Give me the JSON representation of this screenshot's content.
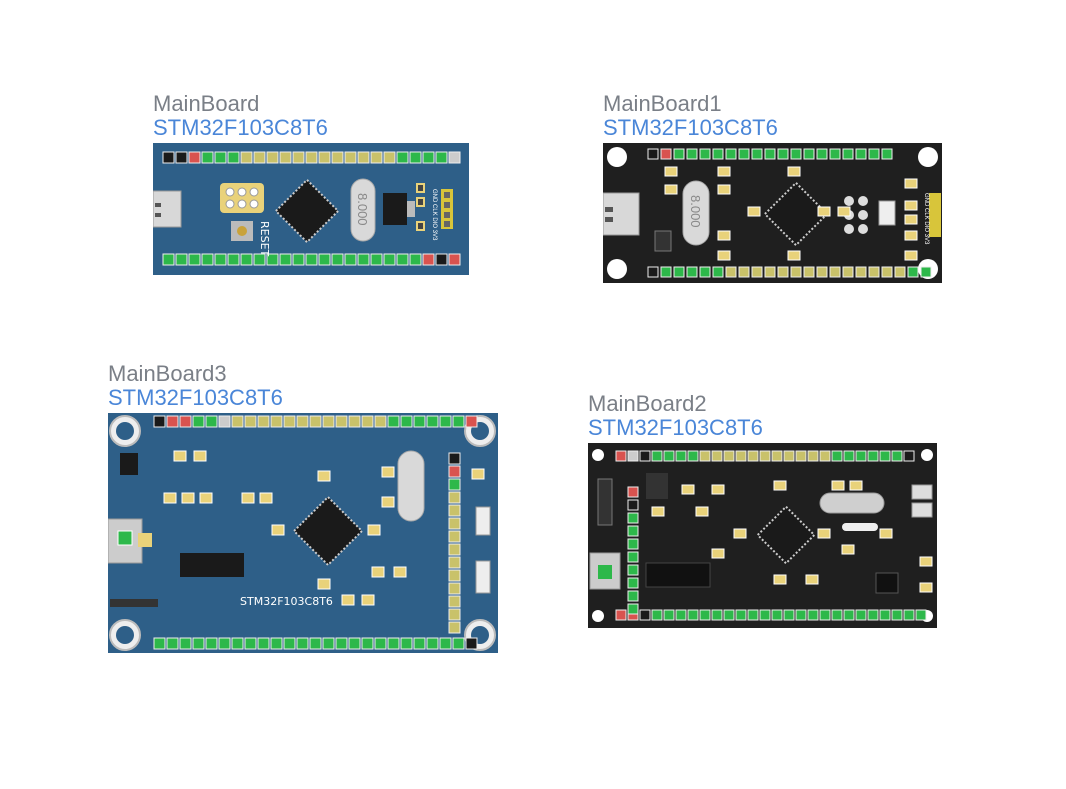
{
  "colors": {
    "blue_pcb": "#2e5f88",
    "black_pcb": "#1f1f1f",
    "pin_green": "#2db84a",
    "pin_yellow": "#c9c26a",
    "pin_red": "#d9534f",
    "title_gray": "#7a7f87",
    "subtitle_blue": "#4a86d8"
  },
  "boards": [
    {
      "id": "b0",
      "name": "MainBoard",
      "chip": "STM32F103C8T6",
      "style": "blue-pill",
      "crystal_label": "8.000",
      "reset_label": "RESET",
      "header_label": "GND CLK DIO 3V3"
    },
    {
      "id": "b1",
      "name": "MainBoard1",
      "chip": "STM32F103C8T6",
      "style": "black-pill",
      "crystal_label": "8.000",
      "header_label": "GND CLK DIO 3V3"
    },
    {
      "id": "b2",
      "name": "MainBoard2",
      "chip": "STM32F103C8T6",
      "style": "black-wide"
    },
    {
      "id": "b3",
      "name": "MainBoard3",
      "chip": "STM32F103C8T6",
      "style": "blue-wide",
      "silkscreen": "STM32F103C8T6"
    }
  ]
}
